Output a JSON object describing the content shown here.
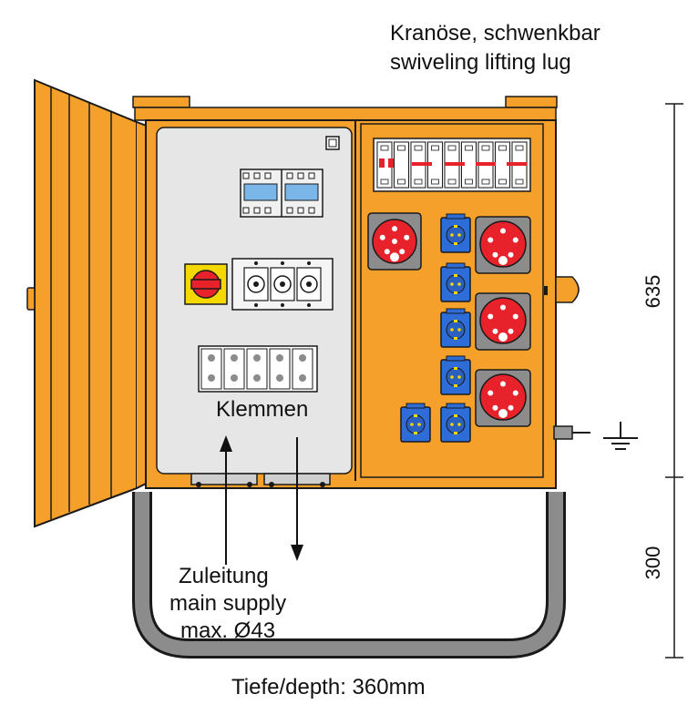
{
  "annotations": {
    "lifting_lug_de": "Kranöse, schwenkbar",
    "lifting_lug_en": "swiveling lifting lug",
    "terminals": "Klemmen",
    "supply_de": "Zuleitung",
    "supply_en": "main supply",
    "supply_size": "max. Ø43",
    "depth": "Tiefe/depth: 360mm"
  },
  "dimensions": {
    "cabinet_height": "635",
    "frame_height": "300"
  },
  "symbols": {
    "earth": "earth-ground-symbol",
    "door_handle": "door-handle-icon",
    "main_switch": "rotary-main-switch"
  },
  "colors": {
    "cabinet_orange": "#F5A02A",
    "inner_panel": "#E6E6E6",
    "socket_red": "#E8222A",
    "socket_blue": "#2E6CD8",
    "switch_yellow": "#F5D800",
    "frame_gray": "#8C8C8C",
    "outline": "#1A1A1A"
  }
}
